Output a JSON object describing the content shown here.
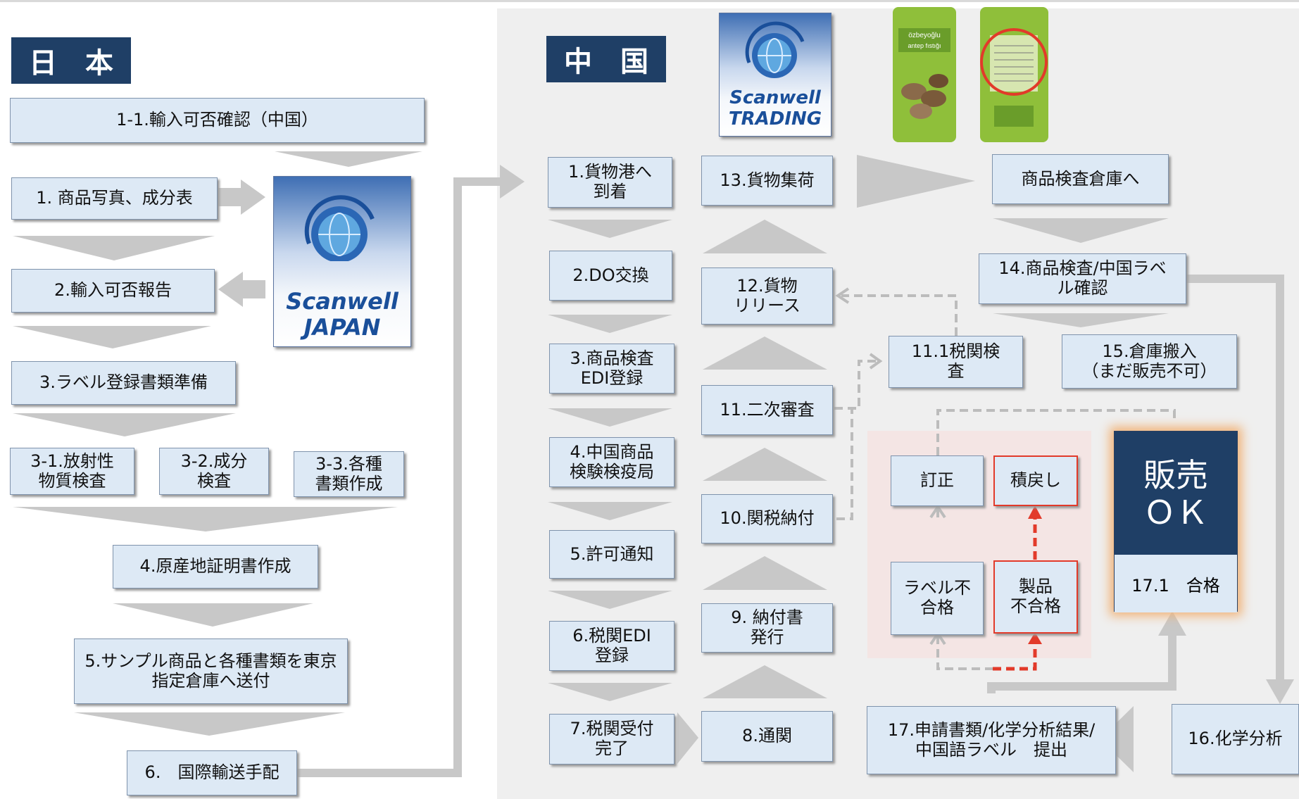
{
  "headers": {
    "japan": "日　本",
    "china": "中　国"
  },
  "logos": {
    "japan": {
      "line1": "Scanwell",
      "line2": "JAPAN"
    },
    "trading": {
      "line1": "Scanwell",
      "line2": "TRADING"
    }
  },
  "products": {
    "label1": "özbeyoğlu",
    "label2": "antep fıstığı"
  },
  "japan_steps": {
    "s1_1": "1-1.輸入可否確認（中国）",
    "s1": "1. 商品写真、成分表",
    "s2": "2.輸入可否報告",
    "s3": "3.ラベル登録書類準備",
    "s3_1": "3-1.放射性\n物質検査",
    "s3_2": "3-2.成分\n検査",
    "s3_3": "3-3.各種\n書類作成",
    "s4": "4.原産地証明書作成",
    "s5": "5.サンプル商品と各種書類を東京\n指定倉庫へ送付",
    "s6": "6.　国際輸送手配"
  },
  "china_steps": {
    "c1": "1.貨物港へ\n到着",
    "c2": "2.DO交換",
    "c3": "3.商品検査\nEDI登録",
    "c4": "4.中国商品\n検験検疫局",
    "c5": "5.許可通知",
    "c6": "6.税関EDI\n登録",
    "c7": "7.税関受付\n完了",
    "c8": "8.通関",
    "c9": "9. 納付書\n発行",
    "c10": "10.関税納付",
    "c11": "11.二次審査",
    "c11_1": "11.1税関検\n査",
    "c12": "12.貨物\nリリース",
    "c13": "13.貨物集荷",
    "warehouse": "商品検査倉庫へ",
    "c14": "14.商品検査/中国ラベ\nル確認",
    "c15": "15.倉庫搬入\n（まだ販売不可）",
    "c16": "16.化学分析",
    "c17": "17.申請書類/化学分析結果/\n中国語ラベル　提出",
    "correction": "訂正",
    "return": "積戻し",
    "label_fail": "ラベル不\n合格",
    "product_fail": "製品\n不合格"
  },
  "sale_ok": {
    "title": "販売\nＯＫ",
    "sub": "17.1　合格"
  },
  "colors": {
    "header": "#1f3f66",
    "box": "#dde9f5",
    "arrow": "#c8c8c8",
    "red": "#e23a2a",
    "glow": "#f0b47a"
  }
}
